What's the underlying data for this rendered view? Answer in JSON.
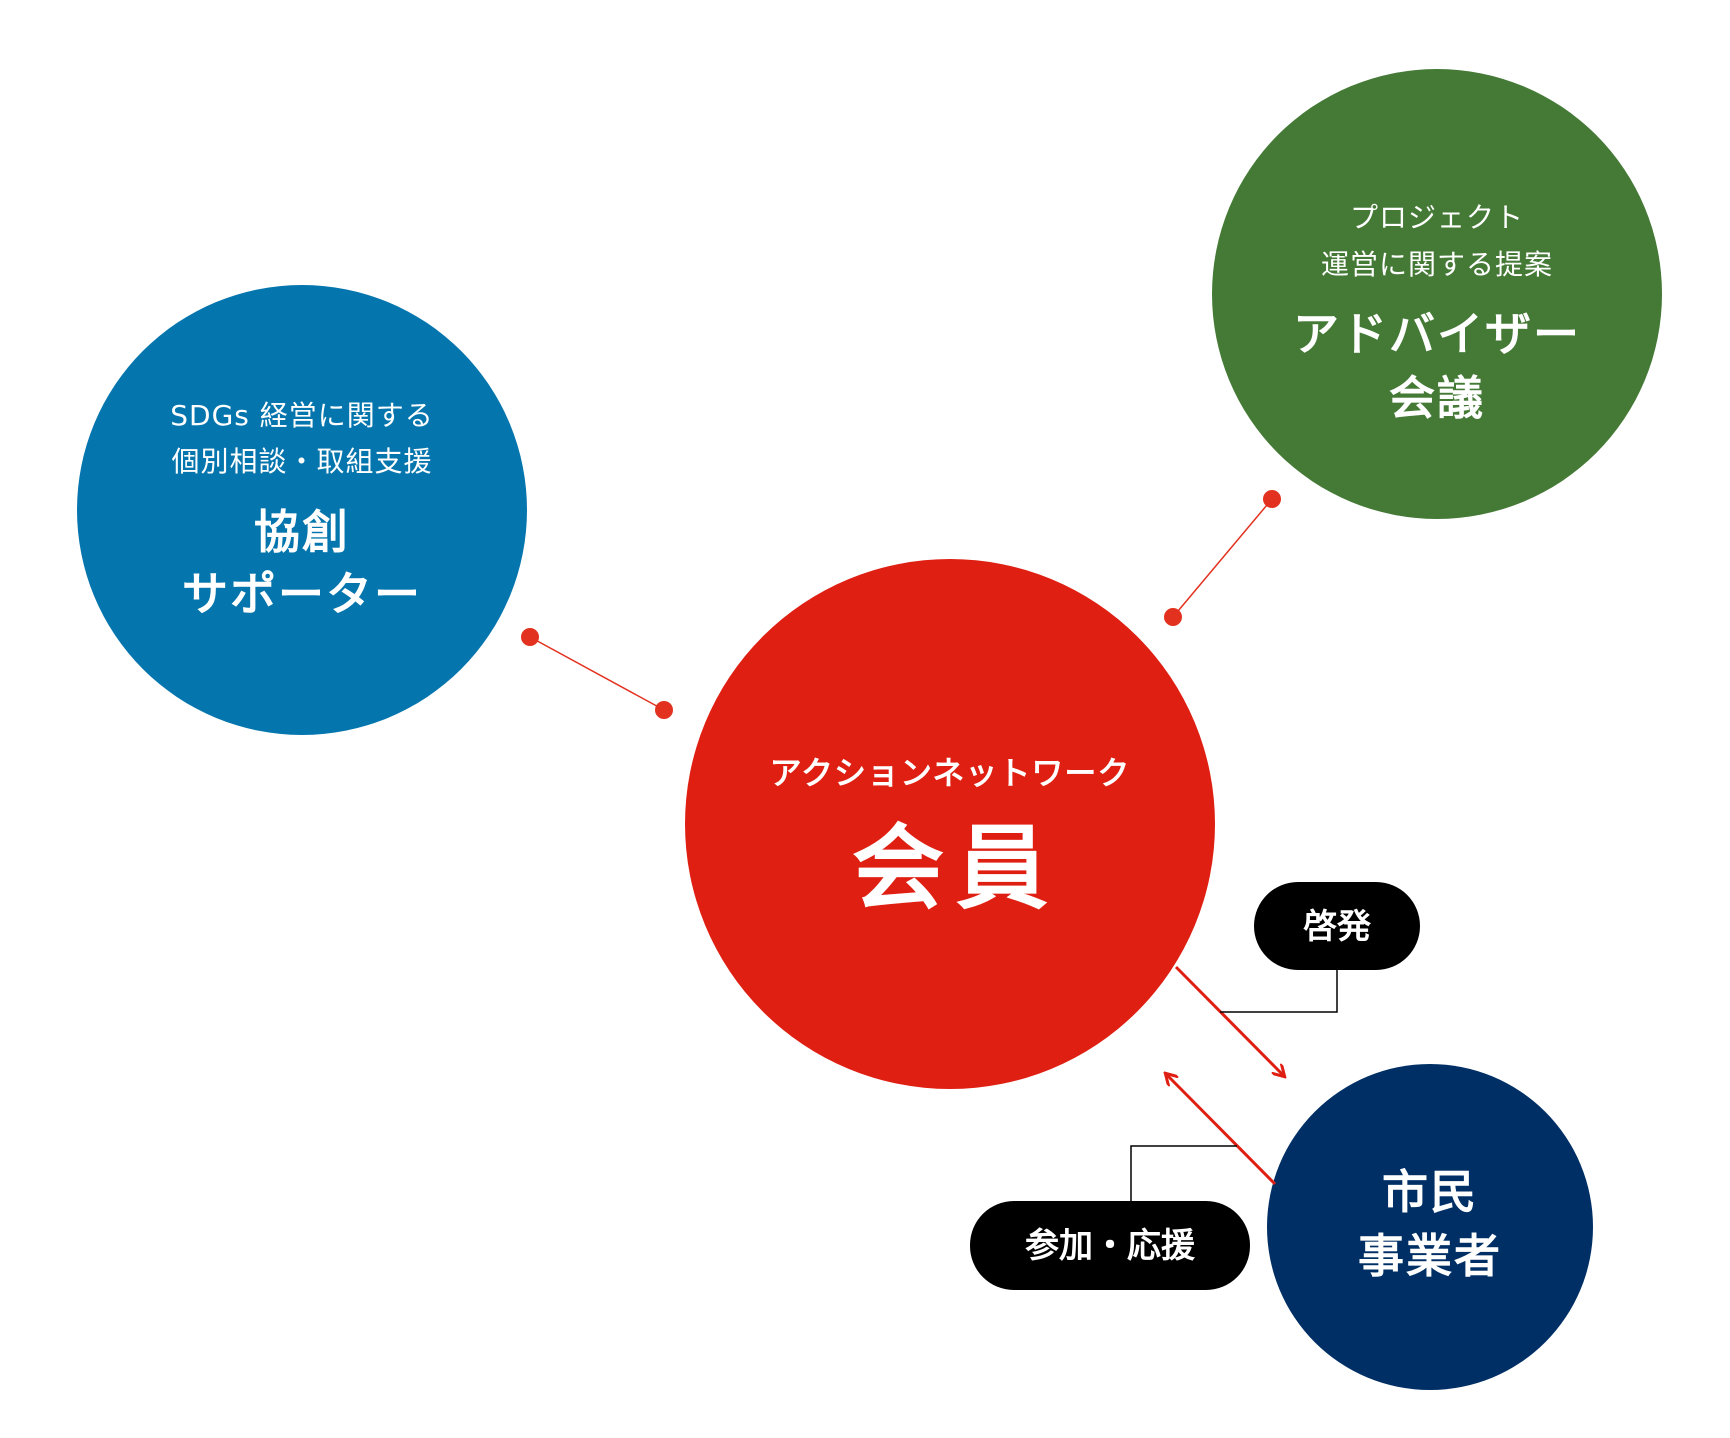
{
  "colors": {
    "blue": "#0575ae",
    "green": "#447a36",
    "red": "#e01f13",
    "navy": "#002f65",
    "badge": "#000000",
    "connector": "#e2321f"
  },
  "nodes": {
    "kyoso": {
      "sub1": "SDGs 経営に関する",
      "sub2": "個別相談・取組支援",
      "title1": "協創",
      "title2": "サポーター"
    },
    "advisor": {
      "sub1": "プロジェクト",
      "sub2": "運営に関する提案",
      "title1": "アドバイザー",
      "title2": "会議"
    },
    "member": {
      "sub": "アクションネットワーク",
      "title": "会員"
    },
    "citizen": {
      "title1": "市民",
      "title2": "事業者"
    }
  },
  "badges": {
    "enlighten": "啓発",
    "participate": "参加・応援"
  }
}
